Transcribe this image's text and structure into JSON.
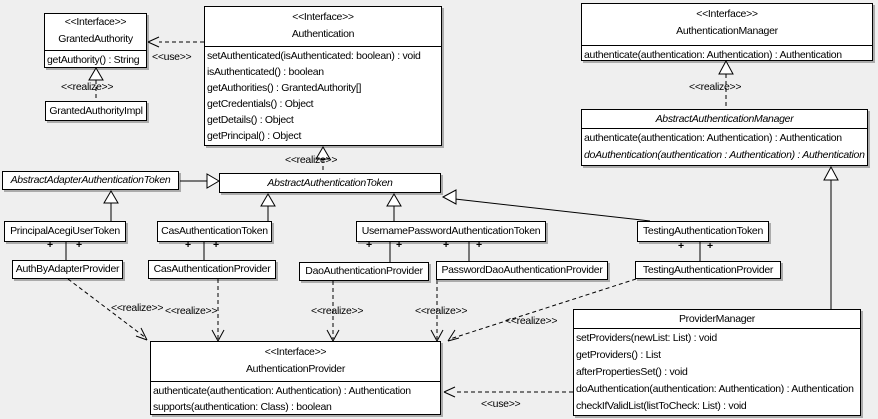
{
  "diagram": {
    "background_color": "#efefef",
    "box_fill": "#ffffff",
    "box_border": "#000000",
    "shadow_color": "#ababab"
  },
  "labels": {
    "use": "<<use>>",
    "realize": "<<realize>>",
    "plus": "+"
  },
  "classes": {
    "granted_authority": {
      "stereotype": "<<Interface>>",
      "name": "GrantedAuthority",
      "methods": [
        "getAuthority() : String"
      ]
    },
    "granted_authority_impl": {
      "name": "GrantedAuthorityImpl"
    },
    "authentication": {
      "stereotype": "<<Interface>>",
      "name": "Authentication",
      "methods": [
        "setAuthenticated(isAuthenticated: boolean) : void",
        "isAuthenticated() : boolean",
        "getAuthorities() : GrantedAuthority[]",
        "getCredentials() : Object",
        "getDetails() : Object",
        "getPrincipal() : Object"
      ]
    },
    "authentication_manager": {
      "stereotype": "<<Interface>>",
      "name": "AuthenticationManager",
      "methods": [
        "authenticate(authentication: Authentication) : Authentication"
      ]
    },
    "abstract_authentication_manager": {
      "name": "AbstractAuthenticationManager",
      "methods": [
        "authenticate(authentication: Authentication) : Authentication",
        "doAuthentication(authentication : Authentication) : Authentication"
      ]
    },
    "abstract_adapter_authentication_token": {
      "name": "AbstractAdapterAuthenticationToken"
    },
    "abstract_authentication_token": {
      "name": "AbstractAuthenticationToken"
    },
    "principal_acegi_user_token": {
      "name": "PrincipalAcegiUserToken"
    },
    "cas_authentication_token": {
      "name": "CasAuthenticationToken"
    },
    "username_password_authentication_token": {
      "name": "UsernamePasswordAuthenticationToken"
    },
    "testing_authentication_token": {
      "name": "TestingAuthenticationToken"
    },
    "auth_by_adapter_provider": {
      "name": "AuthByAdapterProvider"
    },
    "cas_authentication_provider": {
      "name": "CasAuthenticationProvider"
    },
    "dao_authentication_provider": {
      "name": "DaoAuthenticationProvider"
    },
    "password_dao_authentication_provider": {
      "name": "PasswordDaoAuthenticationProvider"
    },
    "testing_authentication_provider": {
      "name": "TestingAuthenticationProvider"
    },
    "authentication_provider": {
      "stereotype": "<<Interface>>",
      "name": "AuthenticationProvider",
      "methods": [
        "authenticate(authentication: Authentication) : Authentication",
        "supports(authentication: Class) : boolean"
      ]
    },
    "provider_manager": {
      "name": "ProviderManager",
      "methods": [
        "setProviders(newList: List) : void",
        "getProviders() : List",
        "afterPropertiesSet() : void",
        "doAuthentication(authentication: Authentication) : Authentication",
        "checkIfValidList(listToCheck: List) : void"
      ]
    }
  }
}
